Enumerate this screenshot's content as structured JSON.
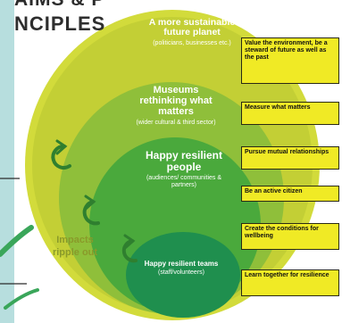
{
  "header": {
    "title_partial": "AIMS & P",
    "title_main": "NCIPLES"
  },
  "circles": [
    {
      "heading": "A more sustainable future planet",
      "sub": "(politicians, businesses etc.)",
      "color": "#c3cf35"
    },
    {
      "heading": "Museums rethinking what matters",
      "sub": "(wider cultural & third sector)",
      "color": "#8fbf3a"
    },
    {
      "heading": "Happy resilient people",
      "sub": "(audiences/ communities & partners)",
      "color": "#4aa93c"
    },
    {
      "heading": "Happy resilient teams",
      "sub": "(staff/volunteers)",
      "color": "#1f8f4e"
    }
  ],
  "principles": [
    "Value the environment, be a steward of future as well as the past",
    "Measure what matters",
    "Pursue mutual relationships",
    "Be an active citizen",
    "Create the conditions for wellbeing",
    "Learn together for resilience"
  ],
  "impacts_label": "Impacts ripple out",
  "colors": {
    "outer_ring": "#d2db3b",
    "circle_1": "#c3cf35",
    "circle_2": "#8fbf3a",
    "circle_3": "#4aa93c",
    "circle_4": "#1f8f4e",
    "arrow": "#2f7f2f",
    "left_panel": "#b7dede",
    "box_fill": "#f0ea25",
    "box_border": "#2a2a14"
  },
  "icons": [
    "curved-arrow-icon",
    "curved-arrow-icon",
    "curved-arrow-icon"
  ]
}
